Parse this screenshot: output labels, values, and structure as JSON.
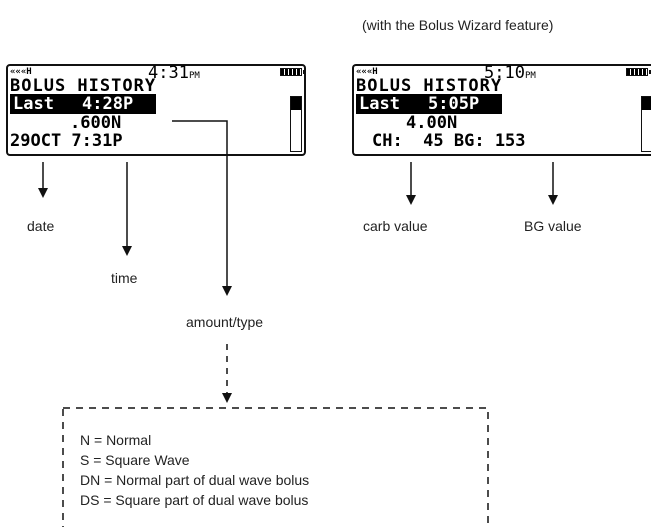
{
  "note": "(with the Bolus Wizard feature)",
  "screen_left": {
    "status": "«««H",
    "time": "4:31",
    "ampm": "PM",
    "title": "BOLUS HISTORY",
    "row1_label": "Last",
    "row1_time": "4:28P",
    "row2": ".600N",
    "row3": "29OCT 7:31P"
  },
  "screen_right": {
    "status": "«««H",
    "time": "5:10",
    "ampm": "PM",
    "title": "BOLUS HISTORY",
    "row1_label": "Last",
    "row1_time": "5:05P",
    "row2": "4.00N",
    "row3": "CH:  45 BG: 153"
  },
  "labels": {
    "date": "date",
    "time": "time",
    "amount_type": "amount/type",
    "carb_value": "carb value",
    "bg_value": "BG value"
  },
  "legend": [
    "N = Normal",
    "S = Square Wave",
    "DN = Normal part of dual wave bolus",
    "DS = Square part of dual wave bolus"
  ]
}
